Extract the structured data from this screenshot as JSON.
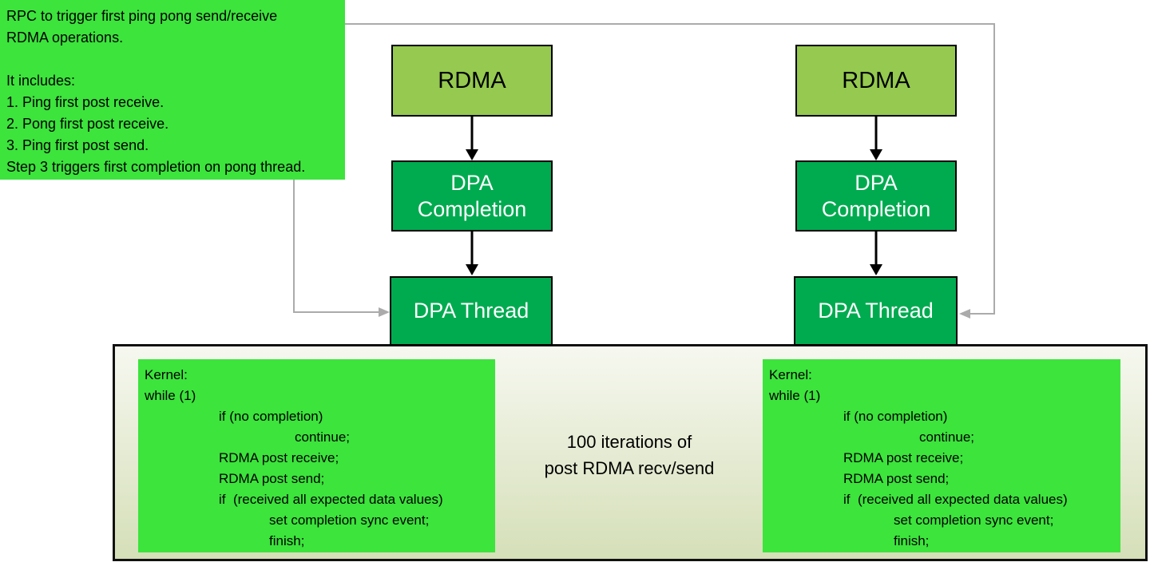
{
  "annotation": {
    "lines": [
      "RPC to trigger first ping pong send/receive",
      "RDMA operations.",
      "",
      "It includes:",
      "1. Ping first post receive.",
      "2. Pong first post receive.",
      "3. Ping first post send.",
      "Step 3 triggers first completion on pong thread."
    ]
  },
  "nodes": {
    "rdma": "RDMA",
    "dpa_completion": "DPA Completion",
    "dpa_thread": "DPA Thread"
  },
  "loop_note": {
    "line1": "100 iterations of",
    "line2": "post RDMA recv/send"
  },
  "kernel": {
    "lines": [
      "Kernel:",
      "while (1)",
      "if (no completion)",
      "continue;",
      "RDMA post receive;",
      "RDMA post send;",
      "if  (received all expected data values)",
      "set completion sync event;",
      "finish;"
    ]
  },
  "colors": {
    "bright_green": "#3CE43C",
    "rdma_green": "#95C94F",
    "dpa_green": "#00AB50",
    "panel_top": "#F6F8F0",
    "panel_bottom": "#D5DFB8",
    "connector_gray": "#ABABAB",
    "arrow_black": "#000000"
  }
}
